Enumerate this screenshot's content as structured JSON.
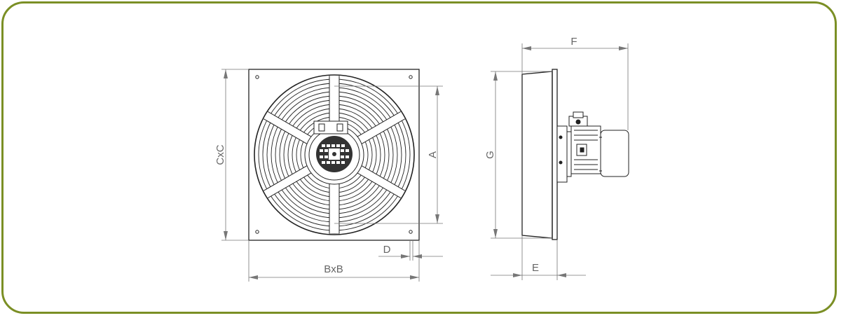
{
  "frame": {
    "border_color": "#7b8f25"
  },
  "labels": {
    "cxc": "CxC",
    "bxb": "BxB",
    "a": "A",
    "d": "D",
    "f": "F",
    "g": "G",
    "e": "E"
  }
}
